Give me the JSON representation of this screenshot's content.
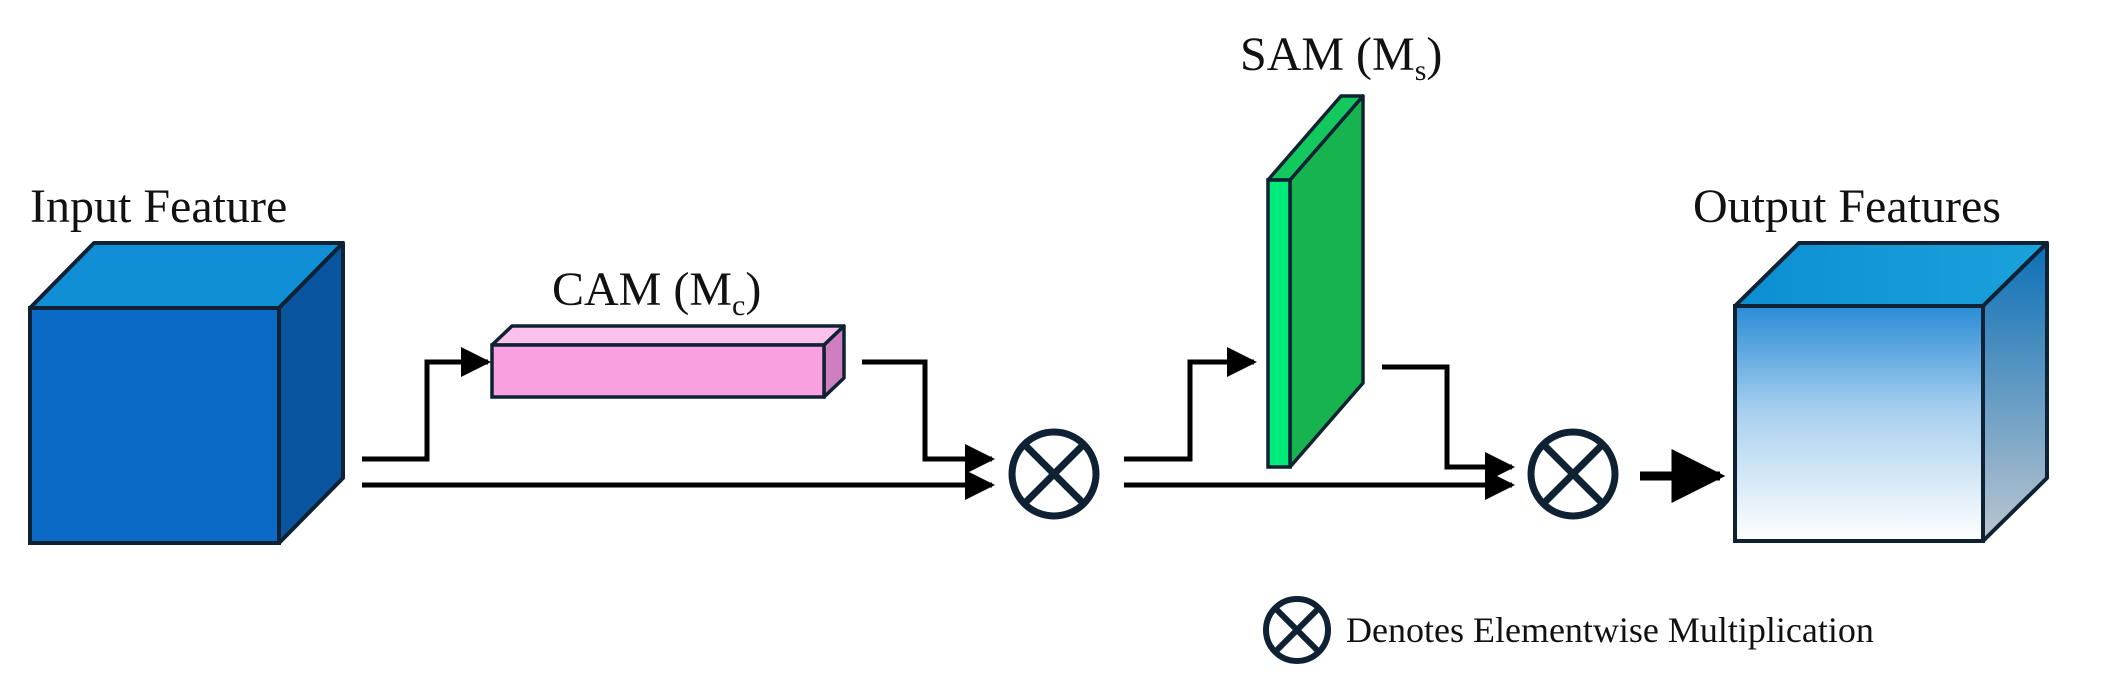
{
  "labels": {
    "input": "Input Feature",
    "cam_prefix": "CAM (M",
    "cam_sub": "c",
    "cam_suffix": ")",
    "sam_prefix": "SAM (M",
    "sam_sub": "s",
    "sam_suffix": ")",
    "output": "Output Features",
    "legend": "Denotes Elementwise Multiplication"
  },
  "colors": {
    "stroke": "#0f2233",
    "input_front": "#0a6ac6",
    "input_top": "#118fd6",
    "input_side": "#0a55a0",
    "cam_front": "#f7a1e1",
    "cam_top": "#fbc1ec",
    "cam_side": "#cf7fbf",
    "sam_front": "#00ea79",
    "sam_side": "#16b34e",
    "output_top_grad": "#129ad6",
    "output_side_grad": "#0a6fb7",
    "output_front_grad_top": "#2a8cd6",
    "output_front_grad_bottom": "#ffffff"
  },
  "icons": {
    "multiply": "circled-times-icon",
    "arrow": "arrow-right-icon"
  }
}
